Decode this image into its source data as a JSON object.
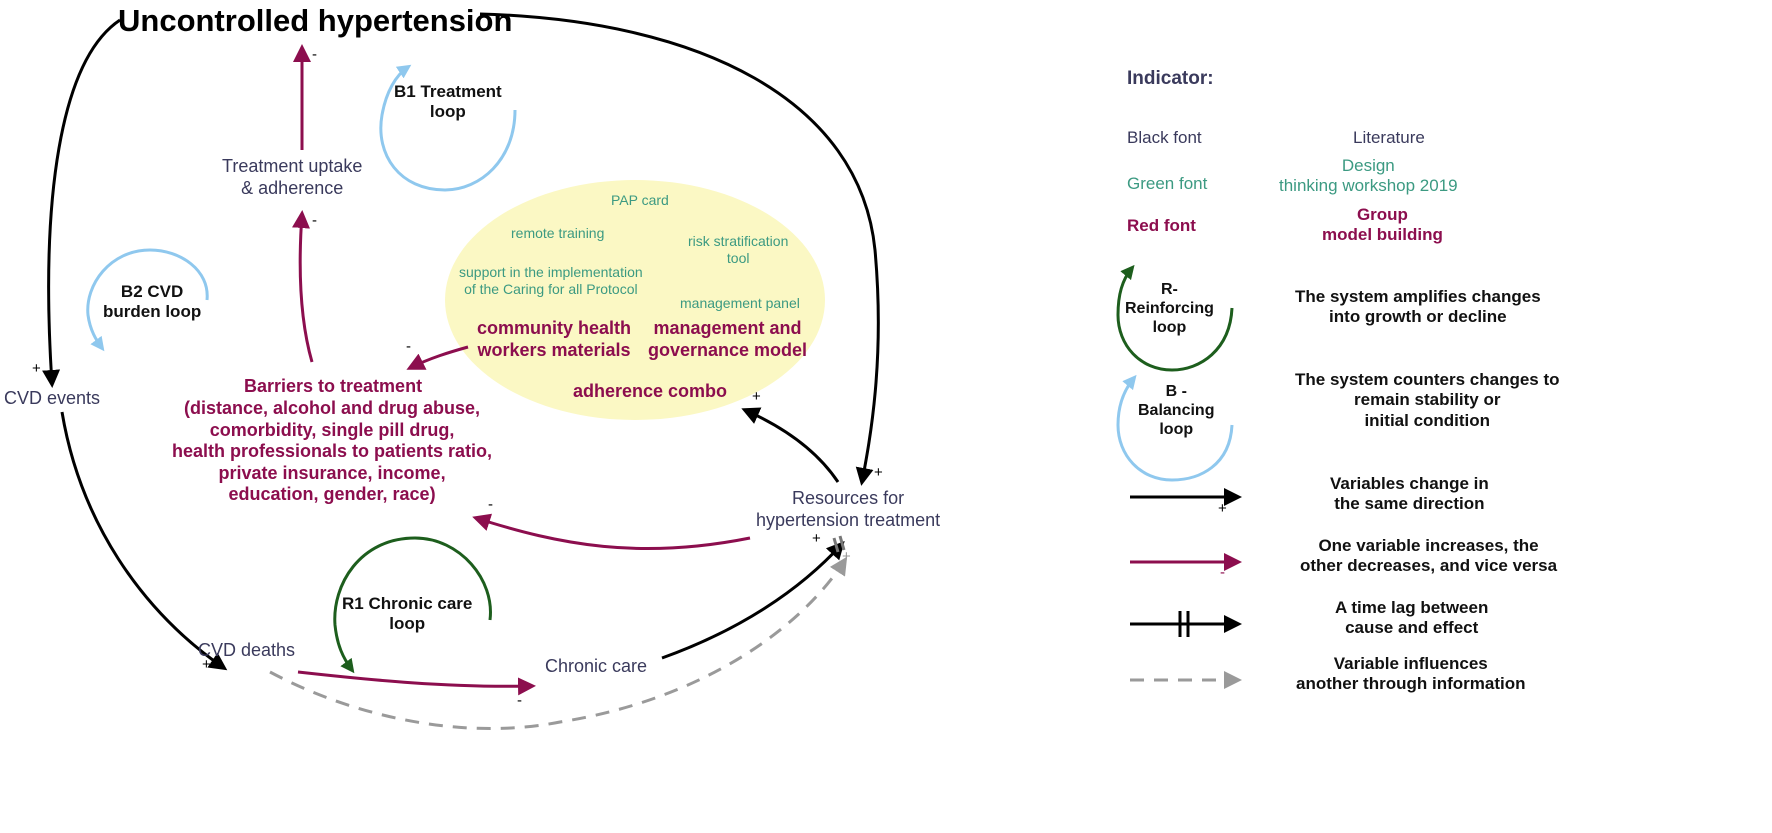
{
  "title": "Uncontrolled hypertension",
  "nodes": {
    "treatment_uptake": "Treatment uptake\n& adherence",
    "cvd_events": "CVD events",
    "cvd_deaths": "CVD deaths",
    "chronic_care": "Chronic care",
    "resources": "Resources for\nhypertension treatment",
    "barriers_title": "Barriers to treatment",
    "barriers_detail": "(distance, alcohol and drug abuse,\ncomorbidity, single pill drug,\nhealth professionals to patients ratio,\nprivate insurance, income,\neducation, gender, race)"
  },
  "interventions": {
    "green": [
      "PAP card",
      "remote training",
      "risk stratification\ntool",
      "support in the implementation\nof the Caring for all Protocol",
      "management panel"
    ],
    "red": [
      "community health\nworkers materials",
      "management and\ngovernance model",
      "adherence combo"
    ]
  },
  "loops": {
    "b1": "B1 Treatment\nloop",
    "b2": "B2 CVD\nburden loop",
    "r1": "R1 Chronic care\nloop"
  },
  "signs": {
    "plus": "+",
    "minus": "-"
  },
  "legend": {
    "heading": "Indicator:",
    "black_font": "Black font",
    "green_font": "Green font",
    "red_font": "Red font",
    "literature": "Literature",
    "design_thinking": "Design\nthinking workshop 2019",
    "group_model": "Group\nmodel building",
    "reinforcing_label": "R-\nReinforcing\nloop",
    "reinforcing_desc": "The system amplifies changes\ninto growth or decline",
    "balancing_label": "B -\nBalancing\nloop",
    "balancing_desc": "The system counters changes to\nremain stability or\ninitial condition",
    "same_direction": "Variables change in\nthe same direction",
    "opposite": "One variable increases, the\nother decreases, and vice versa",
    "time_lag": "A time lag between\ncause and effect",
    "information": "Variable influences\nanother through information"
  },
  "colors": {
    "black_arrow": "#000000",
    "red_arrow": "#8c0e4e",
    "green_loop": "#1d5e1d",
    "blue_loop": "#8fc8ee",
    "dashed": "#9a9a9a",
    "ellipse": "#fbf8c4"
  }
}
